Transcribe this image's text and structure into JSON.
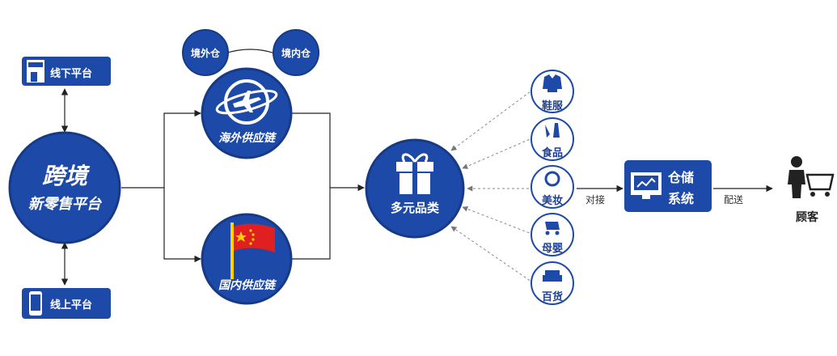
{
  "colors": {
    "primary": "#1d4aa8",
    "ring": "#1a3a8a",
    "line": "#222222",
    "dashed": "#888888",
    "flag_red": "#e02020",
    "flag_yellow": "#ffd200"
  },
  "icons": {
    "offline": "storefront-icon",
    "online": "smartphone-icon",
    "overseas": "plane-globe-icon",
    "domestic": "china-flag-icon",
    "multi": "gift-box-icon",
    "warehouse": "monitor-icon",
    "customer": "shopping-cart-person-icon"
  },
  "nodes": {
    "center": {
      "line1": "跨境",
      "line2": "新零售平台"
    },
    "offline": {
      "label": "线下平台"
    },
    "online": {
      "label": "线上平台"
    },
    "overseas_wh": {
      "label": "境外仓"
    },
    "domestic_wh": {
      "label": "境内仓"
    },
    "overseas_chain": {
      "label": "海外供应链"
    },
    "domestic_chain": {
      "label": "国内供应链"
    },
    "multi": {
      "label": "多元品类"
    },
    "warehouse": {
      "line1": "仓储",
      "line2": "系统"
    },
    "customer": {
      "label": "顾客"
    }
  },
  "categories": [
    {
      "label": "鞋服",
      "icon": "clothing-icon"
    },
    {
      "label": "食品",
      "icon": "food-icon"
    },
    {
      "label": "美妆",
      "icon": "cosmetics-icon"
    },
    {
      "label": "母婴",
      "icon": "stroller-icon"
    },
    {
      "label": "百货",
      "icon": "sofa-icon"
    }
  ],
  "edges": {
    "dock": "对接",
    "deliver": "配送"
  }
}
